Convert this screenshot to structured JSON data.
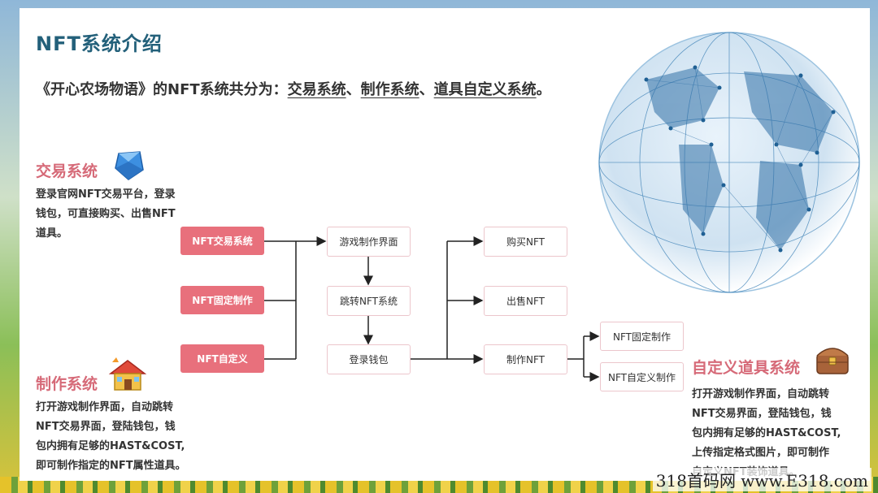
{
  "title": "NFT系统介绍",
  "intro": {
    "prefix": "《开心农场物语》的NFT系统共分为：",
    "item1": "交易系统",
    "sep1": "、",
    "item2": "制作系统",
    "sep2": "、",
    "item3": "道具自定义系统",
    "suffix": "。"
  },
  "sections": {
    "trade": {
      "title": "交易系统",
      "lines": [
        "登录官网NFT交易平台，登录",
        "钱包，可直接购买、出售NFT",
        "道具。"
      ]
    },
    "make": {
      "title": "制作系统",
      "lines": [
        "打开游戏制作界面，自动跳转",
        "NFT交易界面，登陆钱包，钱",
        "包内拥有足够的HAST&COST,",
        "即可制作指定的NFT属性道具。"
      ]
    },
    "custom": {
      "title": "自定义道具系统",
      "lines": [
        "打开游戏制作界面，自动跳转",
        "NFT交易界面，登陆钱包，钱",
        "包内拥有足够的HAST&COST,",
        "上传指定格式图片，即可制作",
        "自定义NFT装饰道具。"
      ]
    }
  },
  "flow": {
    "left": [
      "NFT交易系统",
      "NFT固定制作",
      "NFT自定义"
    ],
    "mid": [
      "游戏制作界面",
      "跳转NFT系统",
      "登录钱包"
    ],
    "right": [
      "购买NFT",
      "出售NFT",
      "制作NFT"
    ],
    "far": [
      "NFT固定制作",
      "NFT自定义制作"
    ]
  },
  "icons": [
    "gem-icon",
    "house-icon",
    "treasure-chest-icon",
    "globe-network-icon"
  ],
  "colors": {
    "title": "#23607a",
    "accent": "#d66a78",
    "box_fill": "#e8707c",
    "box_border": "#ecc6cc",
    "globe": "#3a7fb5"
  },
  "watermark": "318首码网 www.E318.com"
}
